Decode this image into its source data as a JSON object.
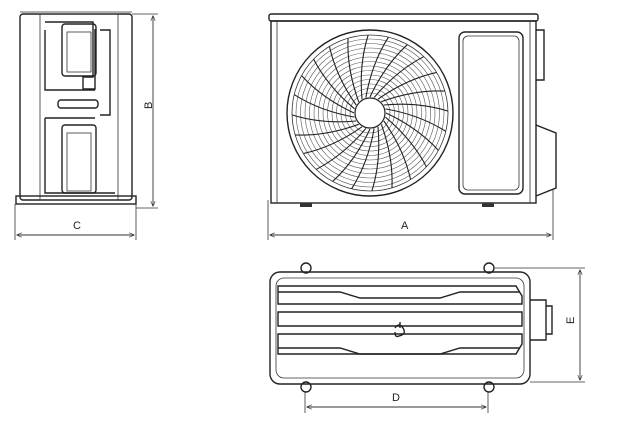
{
  "diagram": {
    "views": [
      "side-view",
      "front-view",
      "top-view"
    ],
    "dimension_labels": {
      "width": "A",
      "height": "B",
      "depth": "C",
      "mounting_spacing": "D",
      "top_depth": "E"
    }
  }
}
